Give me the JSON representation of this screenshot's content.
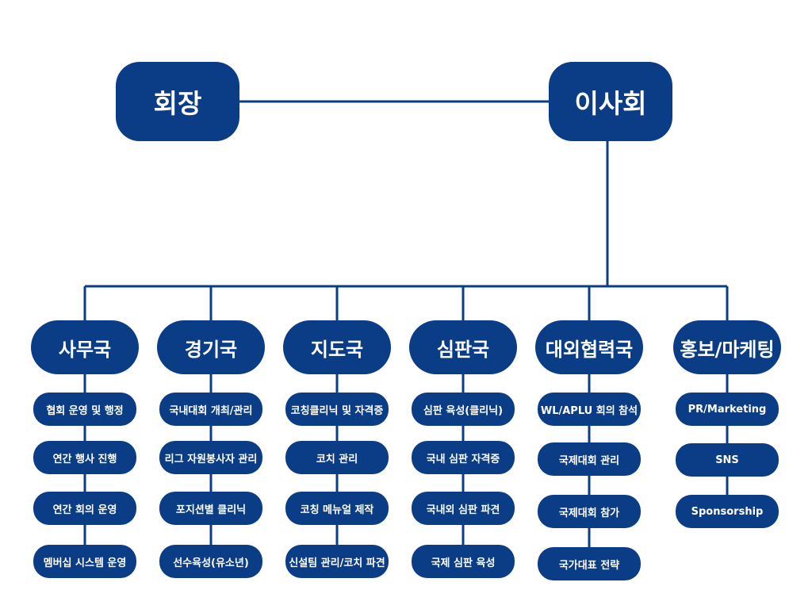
{
  "colors": {
    "box": "#0b3c86",
    "line": "#0b3c86",
    "text": "#ffffff"
  },
  "top": {
    "president": "회장",
    "board": "이사회"
  },
  "departments": [
    {
      "name": "사무국",
      "items": [
        "협회 운영 및 행정",
        "연간 행사 진행",
        "연간 회의 운영",
        "멤버십 시스템 운영"
      ]
    },
    {
      "name": "경기국",
      "items": [
        "국내대회 개최/관리",
        "리그 자원봉사자 관리",
        "포지션별 클리닉",
        "선수육성(유소년)"
      ]
    },
    {
      "name": "지도국",
      "items": [
        "코칭클리닉 및 자격증",
        "코치 관리",
        "코칭 메뉴얼 제작",
        "신설팀 관리/코치 파견"
      ]
    },
    {
      "name": "심판국",
      "items": [
        "심판 육성(클리닉)",
        "국내 심판 자격증",
        "국내외 심판 파견",
        "국제 심판 육성"
      ]
    },
    {
      "name": "대외협력국",
      "items": [
        "WL/APLU 회의 참석",
        "국제대회 관리",
        "국제대회 참가",
        "국가대표 전략"
      ]
    },
    {
      "name": "홍보/마케팅",
      "items": [
        "PR/Marketing",
        "SNS",
        "Sponsorship"
      ]
    }
  ]
}
